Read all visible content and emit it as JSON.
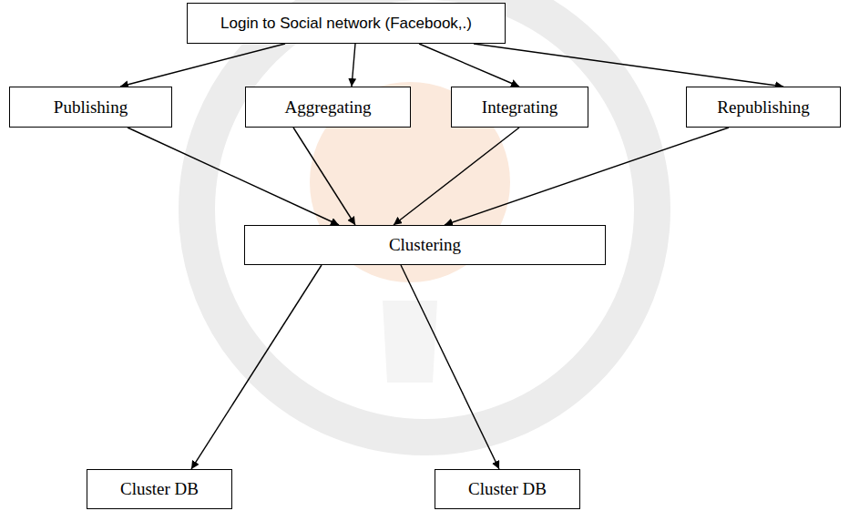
{
  "diagram": {
    "nodes": [
      {
        "text": [
          "Login to Social network (Facebook,.)"
        ]
      },
      {
        "text": [
          "Publishing"
        ]
      },
      {
        "text": [
          "Aggregating"
        ]
      },
      {
        "text": [
          "Integrating"
        ]
      },
      {
        "text": [
          "Republishing"
        ]
      },
      {
        "text": [
          "Clustering"
        ]
      },
      {
        "text": [
          "Cluster DB"
        ]
      },
      {
        "text": [
          "Cluster DB"
        ]
      }
    ],
    "edges": [
      {
        "from": 0,
        "to": 1,
        "arrow": "to"
      },
      {
        "from": 0,
        "to": 2,
        "arrow": "to"
      },
      {
        "from": 0,
        "to": 3,
        "arrow": "to"
      },
      {
        "from": 0,
        "to": 4,
        "arrow": "to"
      },
      {
        "from": 1,
        "to": 5,
        "arrow": "to"
      },
      {
        "from": 2,
        "to": 5,
        "arrow": "to"
      },
      {
        "from": 3,
        "to": 5,
        "arrow": "to"
      },
      {
        "from": 4,
        "to": 5,
        "arrow": "to"
      },
      {
        "from": 5,
        "to": 6,
        "arrow": "to"
      },
      {
        "from": 5,
        "to": 7,
        "arrow": "to"
      }
    ]
  }
}
